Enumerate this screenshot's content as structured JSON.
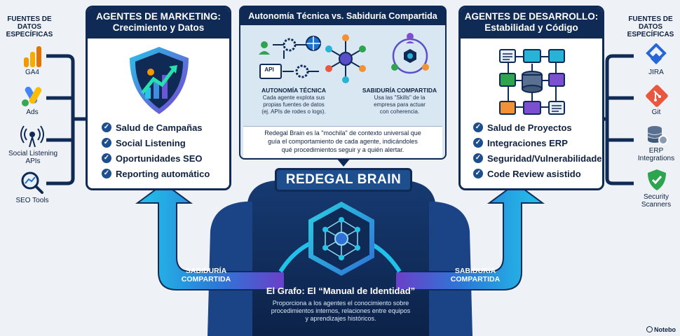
{
  "left_sources": {
    "title": "FUENTES DE\nDATOS\nESPECÍFICAS",
    "items": [
      {
        "label": "GA4",
        "icon": "bar-chart-icon"
      },
      {
        "label": "Ads",
        "icon": "ads-icon"
      },
      {
        "label": "Social Listening\nAPIs",
        "icon": "broadcast-icon"
      },
      {
        "label": "SEO Tools",
        "icon": "seo-magnifier-icon"
      }
    ]
  },
  "right_sources": {
    "title": "FUENTES DE\nDATOS\nESPECÍFICAS",
    "items": [
      {
        "label": "JIRA",
        "icon": "jira-icon"
      },
      {
        "label": "Git",
        "icon": "git-icon"
      },
      {
        "label": "ERP\nIntegrations",
        "icon": "database-gear-icon"
      },
      {
        "label": "Security\nScanners",
        "icon": "security-shield-icon"
      }
    ]
  },
  "marketing": {
    "title": "AGENTES DE MARKETING:\nCrecimiento y Datos",
    "items": [
      "Salud de Campañas",
      "Social Listening",
      "Oportunidades SEO",
      "Reporting automático"
    ]
  },
  "development": {
    "title": "AGENTES DE DESARROLLO:\nEstabilidad y Código",
    "items": [
      "Salud de Proyectos",
      "Integraciones ERP",
      "Seguridad/Vulnerabilidades",
      "Code Review asistido"
    ]
  },
  "center": {
    "title": "Autonomía Técnica vs. Sabiduría Compartida",
    "autonomy_heading": "AUTONOMÍA TÉCNICA",
    "autonomy_text": "Cada agente explota sus\npropias fuentes de datos\n(ej. APIs de rodes o logs).",
    "api_label": "API",
    "wisdom_heading": "SABIDURÍA COMPARTIDA",
    "wisdom_text": "Usa las \"Skills\" de la\nempresa para actuar\ncon coherencia.",
    "summary": "Redegal Brain es la \"mochila\" de contexto universal que\nguía el comportamiento de cada agente, indicándoles\nqué procedimientos seguir y a quién alertar."
  },
  "brain": {
    "banner": "REDEGAL BRAIN",
    "graph_title": "El Grafo: El “Manual de Identidad”",
    "graph_text": "Proporciona a los agentes el conocimiento sobre\nprocedimientos internos, relaciones entre equipos\ny aprendizajes históricos."
  },
  "arrows": {
    "left_label": "SABIDURÍA\nCOMPARTIDA",
    "right_label": "SABIDURÍA\nCOMPARTIDA"
  },
  "watermark": "Notebo",
  "colors": {
    "navy": "#0f2a55",
    "accent_blue": "#1d6fd1",
    "cyan": "#25b7e6",
    "purple": "#6b3fc9",
    "ga4_orange": "#f29900",
    "git_orange": "#e9573f",
    "jira_blue": "#2566d8",
    "security_green": "#2ea44f"
  }
}
